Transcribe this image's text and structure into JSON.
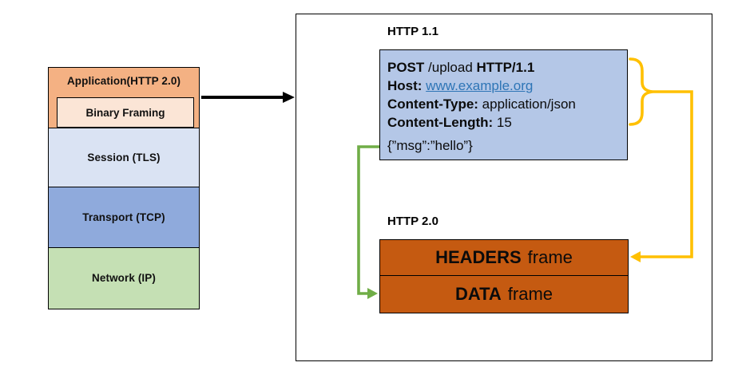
{
  "stack": {
    "layers": [
      {
        "id": "application",
        "label": "Application(HTTP 2.0)",
        "color": "#F4B183"
      },
      {
        "id": "binary_framing",
        "label": "Binary Framing",
        "color": "#FBE5D6"
      },
      {
        "id": "session",
        "label": "Session (TLS)",
        "color": "#DAE3F3"
      },
      {
        "id": "transport",
        "label": "Transport (TCP)",
        "color": "#8FAADC"
      },
      {
        "id": "network",
        "label": "Network (IP)",
        "color": "#C5E0B4"
      }
    ]
  },
  "panel": {
    "http11_label": "HTTP 1.1",
    "http20_label": "HTTP 2.0",
    "request": {
      "method": "POST",
      "path": " /upload ",
      "version": "HTTP/1.1",
      "host_label": "Host: ",
      "host_value": "www.example.org",
      "content_type_label": "Content-Type: ",
      "content_type_value": "application/json",
      "content_length_label": "Content-Length: ",
      "content_length_value": "15",
      "body": "{”msg”:”hello”}"
    },
    "frames": [
      {
        "name": "HEADERS",
        "suffix": "frame"
      },
      {
        "name": "DATA",
        "suffix": "frame"
      }
    ]
  },
  "colors": {
    "request_box": "#B4C7E7",
    "frame_box": "#C55A11",
    "link": "#2E75B6",
    "headers_arrow": "#FFC000",
    "body_arrow": "#70AD47",
    "stack_arrow": "#000000"
  }
}
